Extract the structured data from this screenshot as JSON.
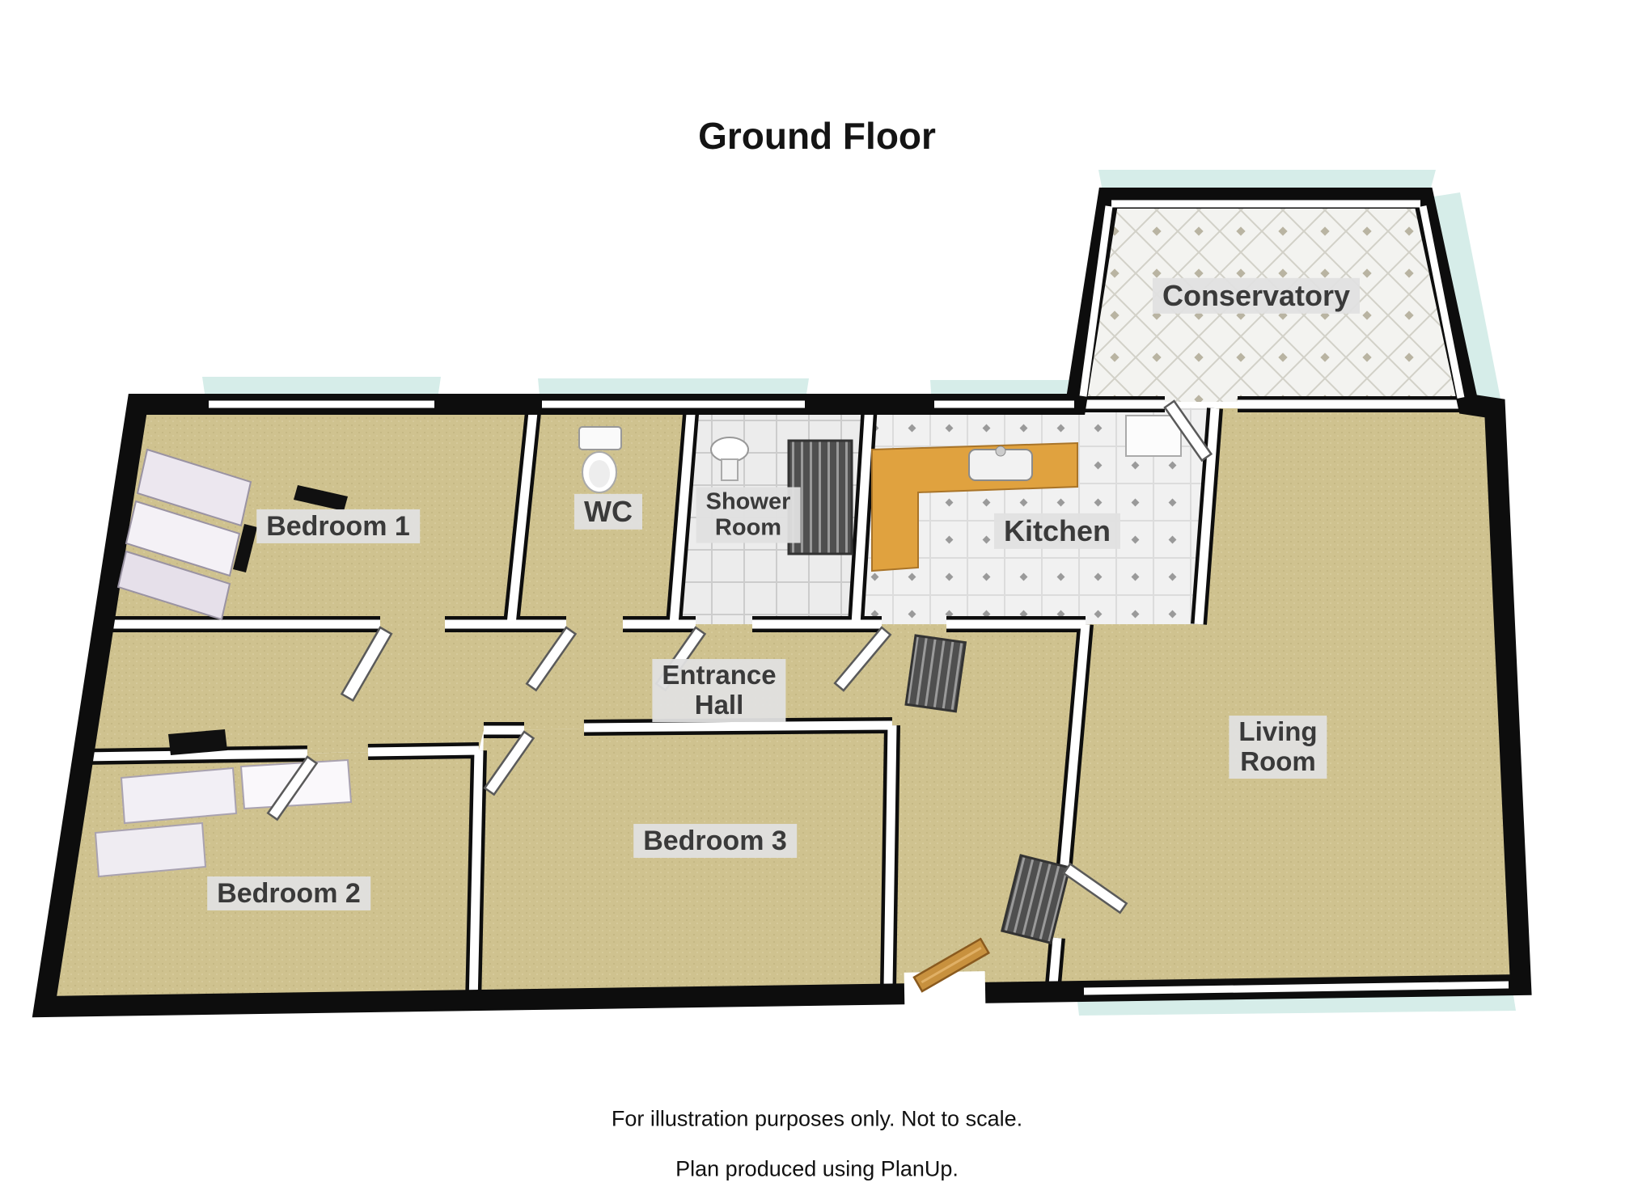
{
  "title": "Ground Floor",
  "rooms": {
    "bedroom1": {
      "label": "Bedroom 1"
    },
    "bedroom2": {
      "label": "Bedroom 2"
    },
    "bedroom3": {
      "label": "Bedroom 3"
    },
    "wc": {
      "label": "WC"
    },
    "shower_room": {
      "line1": "Shower",
      "line2": "Room"
    },
    "kitchen": {
      "label": "Kitchen"
    },
    "entrance_hall": {
      "line1": "Entrance",
      "line2": "Hall"
    },
    "living_room": {
      "line1": "Living",
      "line2": "Room"
    },
    "conservatory": {
      "label": "Conservatory"
    }
  },
  "footer": {
    "line1": "For illustration purposes only. Not to scale.",
    "line2": "Plan produced using PlanUp."
  },
  "colors": {
    "carpet": "#cfc28f",
    "tile": "#efefef",
    "glass": "#d6ede9",
    "wall": "#0d0d0d",
    "wall_face": "#ffffff",
    "counter": "#e0a23f",
    "wood_door": "#c8913e",
    "label_bg": "#e0e0e0",
    "label_text": "#3a3a3a"
  }
}
